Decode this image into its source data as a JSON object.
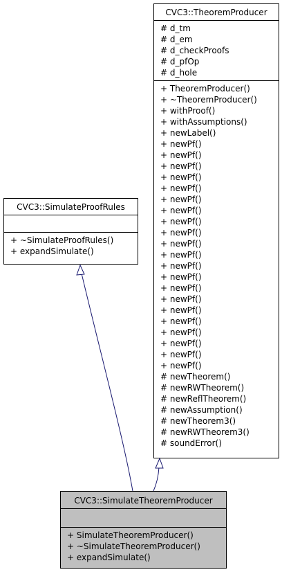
{
  "diagram": {
    "classes": [
      {
        "id": "theorem_producer",
        "name": "CVC3::TheoremProducer",
        "attributes": [
          "# d_tm",
          "# d_em",
          "# d_checkProofs",
          "# d_pfOp",
          "# d_hole"
        ],
        "methods": [
          "+ TheoremProducer()",
          "+ ~TheoremProducer()",
          "+ withProof()",
          "+ withAssumptions()",
          "+ newLabel()",
          "+ newPf()",
          "+ newPf()",
          "+ newPf()",
          "+ newPf()",
          "+ newPf()",
          "+ newPf()",
          "+ newPf()",
          "+ newPf()",
          "+ newPf()",
          "+ newPf()",
          "+ newPf()",
          "+ newPf()",
          "+ newPf()",
          "+ newPf()",
          "+ newPf()",
          "+ newPf()",
          "+ newPf()",
          "+ newPf()",
          "+ newPf()",
          "+ newPf()",
          "+ newPf()",
          "# newTheorem()",
          "# newRWTheorem()",
          "# newReflTheorem()",
          "# newAssumption()",
          "# newTheorem3()",
          "# newRWTheorem3()",
          "# soundError()"
        ]
      },
      {
        "id": "simulate_proof_rules",
        "name": "CVC3::SimulateProofRules",
        "attributes": [],
        "methods": [
          "+ ~SimulateProofRules()",
          "+ expandSimulate()"
        ]
      },
      {
        "id": "simulate_theorem_producer",
        "name": "CVC3::SimulateTheoremProducer",
        "attributes": [],
        "methods": [
          "+ SimulateTheoremProducer()",
          "+ ~SimulateTheoremProducer()",
          "+ expandSimulate()"
        ]
      }
    ],
    "colors": {
      "edge": "#191970",
      "highlight_fill": "#bfbfbf",
      "box_fill": "#ffffff",
      "border": "#000000"
    }
  }
}
